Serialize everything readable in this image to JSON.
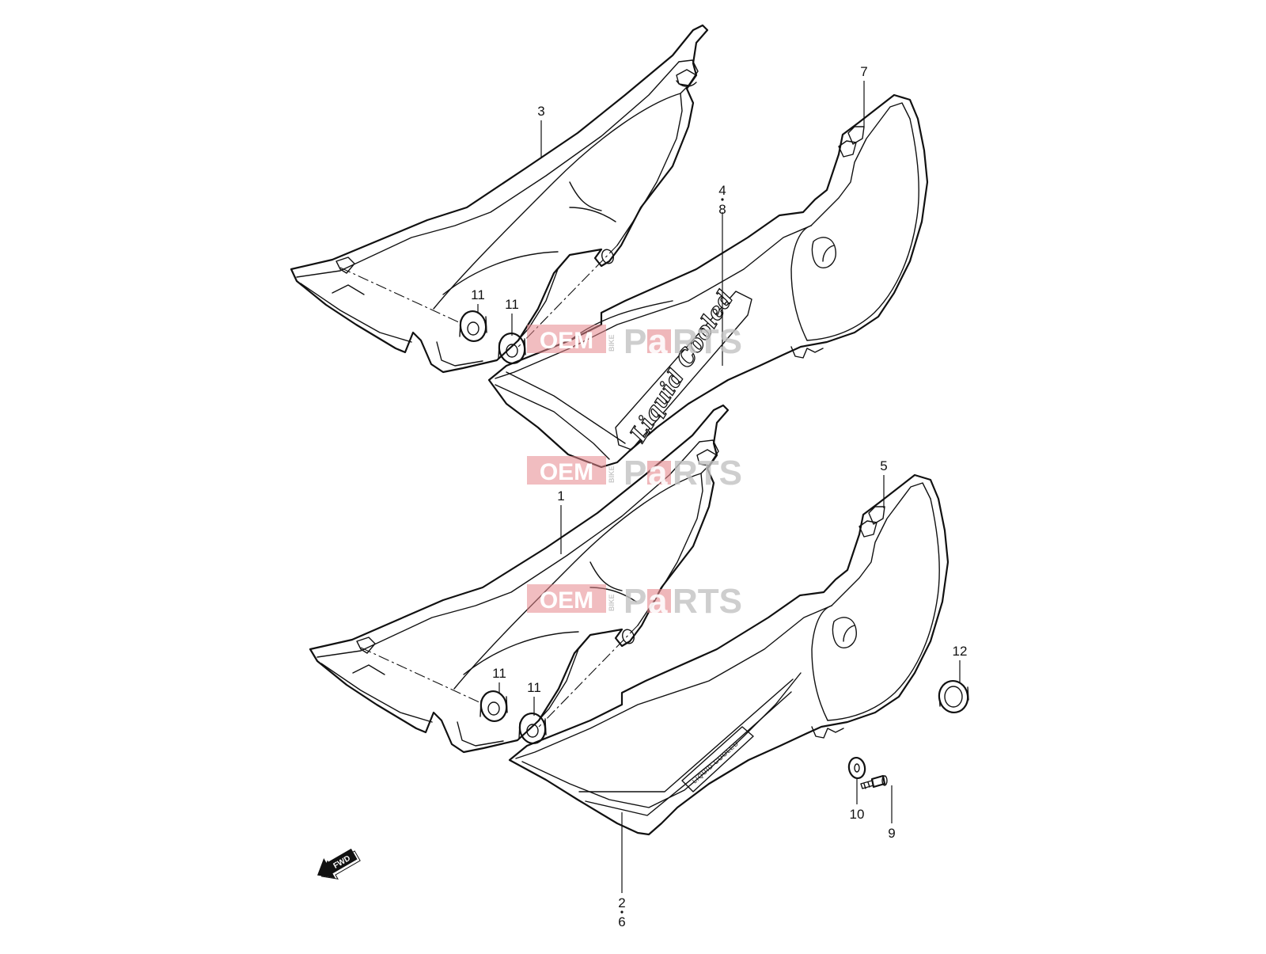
{
  "diagram": {
    "callouts": {
      "c1": "1",
      "c2": "2",
      "c3": "3",
      "c4": "4",
      "c5": "5",
      "c6": "6",
      "c7": "7",
      "c8": "8",
      "c9": "9",
      "c10": "10",
      "c11a": "11",
      "c11b": "11",
      "c11c": "11",
      "c11d": "11",
      "c12": "12"
    },
    "emblems": {
      "upper": "Liquid Cooled",
      "lower": "LIQUID COOLED"
    },
    "direction_marker": "FWD"
  },
  "watermark": {
    "oem": "OEM",
    "bike": "BIKE",
    "parts_p": "P",
    "parts_a": "a",
    "parts_rts": "RTS"
  }
}
